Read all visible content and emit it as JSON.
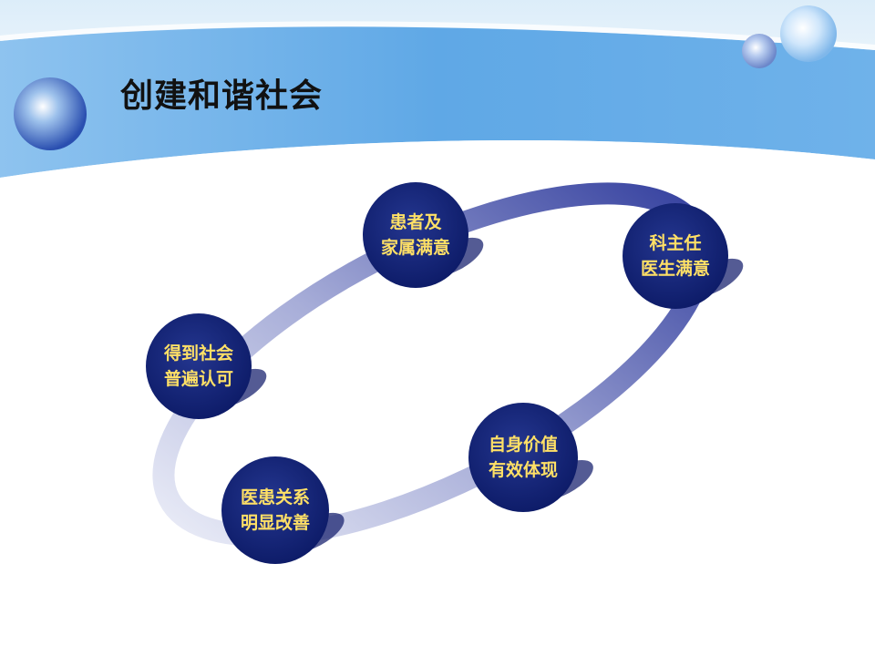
{
  "title": "创建和谐社会",
  "colors": {
    "node_fill": "#0f1f72",
    "node_text": "#ffe066",
    "ring": "#3a47a8",
    "header_band": "#5fa8e6"
  },
  "nodes": [
    {
      "id": "patients",
      "lines": [
        "患者及",
        "家属满意"
      ]
    },
    {
      "id": "directors",
      "lines": [
        "科主任",
        "医生满意"
      ]
    },
    {
      "id": "value",
      "lines": [
        "自身价值",
        "有效体现"
      ]
    },
    {
      "id": "relations",
      "lines": [
        "医患关系",
        "明显改善"
      ]
    },
    {
      "id": "society",
      "lines": [
        "得到社会",
        "普遍认可"
      ]
    }
  ]
}
